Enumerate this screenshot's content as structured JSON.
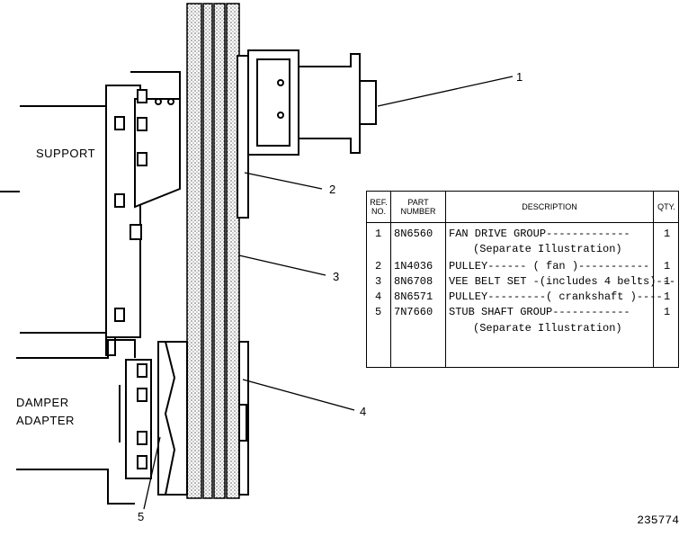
{
  "labels": {
    "support": "SUPPORT",
    "damper_line1": "DAMPER",
    "damper_line2": "ADAPTER"
  },
  "callouts": [
    "1",
    "2",
    "3",
    "4",
    "5"
  ],
  "table": {
    "headers": {
      "ref": "REF. NO.",
      "part": "PART NUMBER",
      "desc": "DESCRIPTION",
      "qty": "QTY."
    },
    "rows": [
      {
        "ref": "1",
        "part": "8N6560",
        "desc": "FAN DRIVE GROUP-------------",
        "qty": "1"
      },
      {
        "ref": "",
        "part": "",
        "desc": "(Separate Illustration)",
        "qty": ""
      },
      {
        "ref": "2",
        "part": "1N4036",
        "desc": "PULLEY------ ( fan )-----------",
        "qty": "1"
      },
      {
        "ref": "3",
        "part": "8N6708",
        "desc": "VEE BELT SET -(includes 4 belts)---",
        "qty": "1"
      },
      {
        "ref": "4",
        "part": "8N6571",
        "desc": "PULLEY---------( crankshaft )----",
        "qty": "1"
      },
      {
        "ref": "5",
        "part": "7N7660",
        "desc": "STUB SHAFT GROUP------------",
        "qty": "1"
      },
      {
        "ref": "",
        "part": "",
        "desc": "(Separate Illustration)",
        "qty": ""
      }
    ]
  },
  "figure_number": "235774"
}
